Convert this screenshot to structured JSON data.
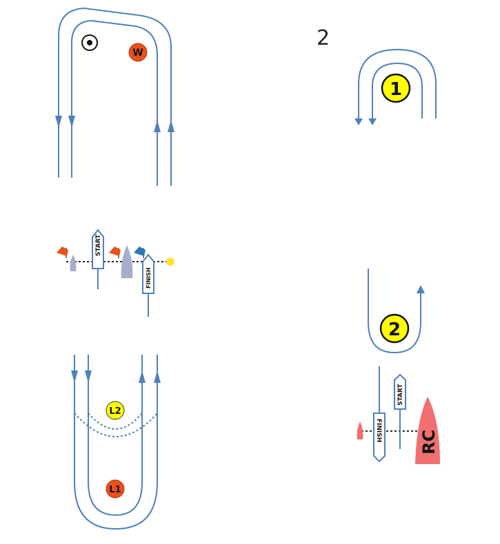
{
  "page_number": "2",
  "marks": {
    "windward": "W",
    "leeward_1": "L1",
    "leeward_2": "L2",
    "rounding_1": "1",
    "rounding_2": "2",
    "committee": "RC"
  },
  "labels": {
    "start": "START",
    "finish": "FINISH"
  },
  "colors": {
    "course_line": "#4f81bd",
    "mark_orange": "#e8501c",
    "mark_yellow": "#ffff00",
    "flag_orange": "#e8501c",
    "flag_blue": "#2e75b6",
    "boat_grey": "#a7aecb",
    "rc_boat": "#f07070"
  },
  "icons": [
    "bullseye-icon",
    "orange-flag-icon",
    "blue-flag-icon",
    "boat-icon",
    "signal-boat-icon"
  ]
}
